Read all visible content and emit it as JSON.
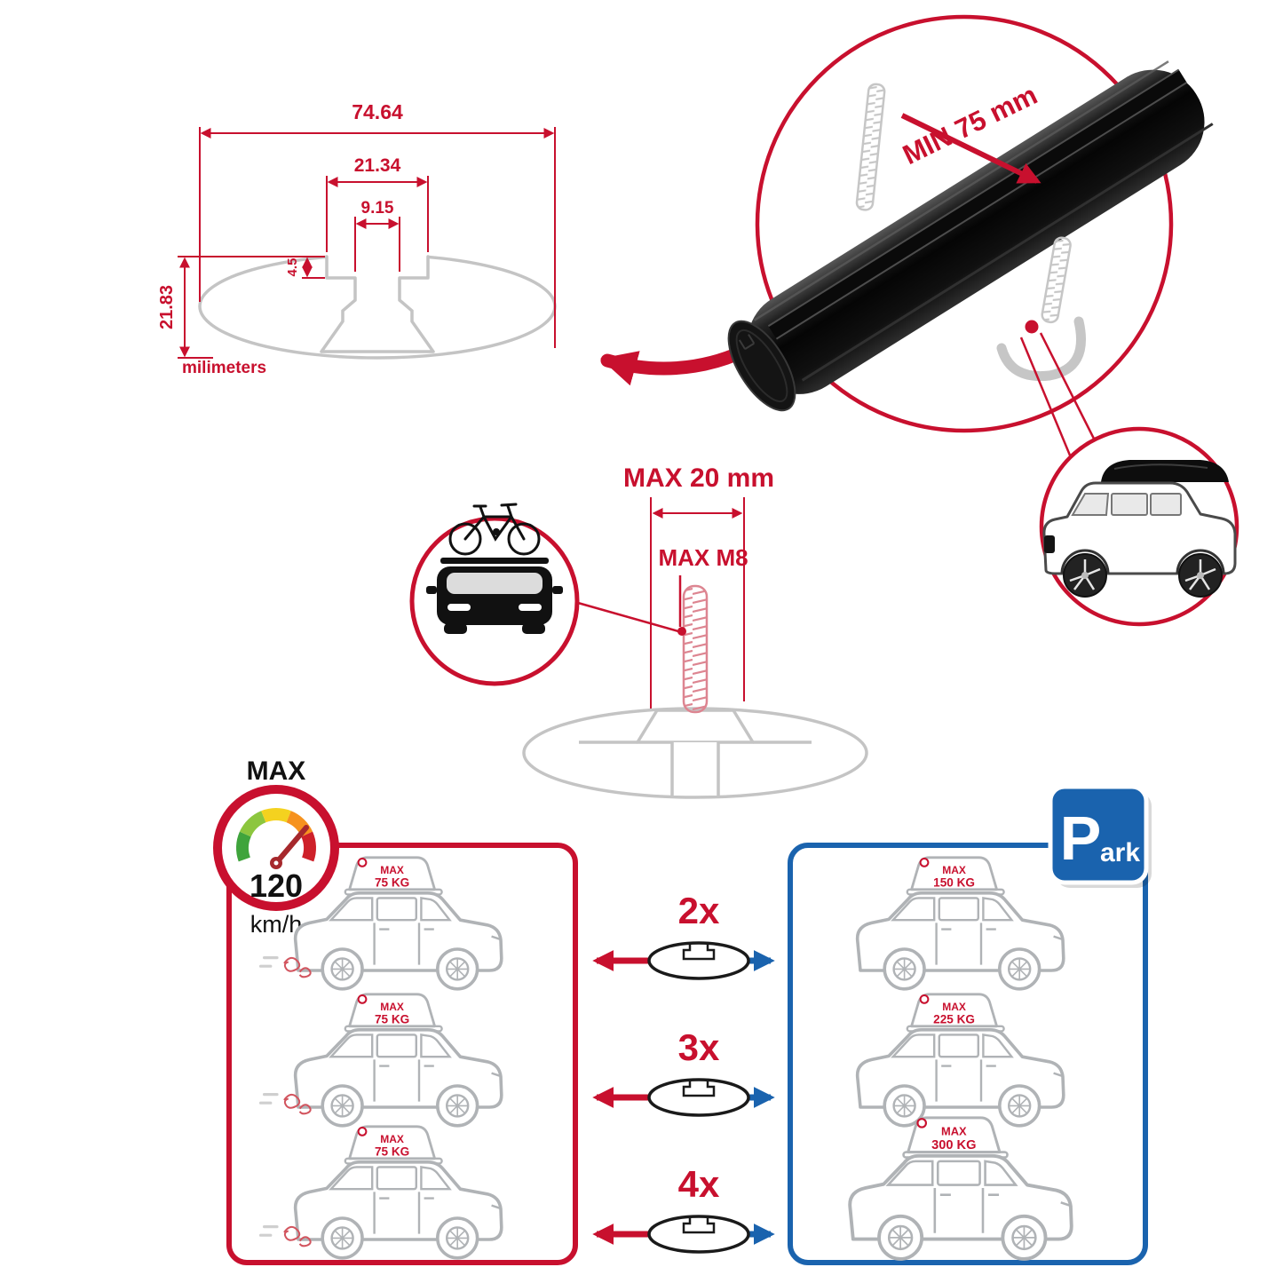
{
  "palette": {
    "red": "#C8102E",
    "blue": "#1A63AE",
    "gray": "#C4C4C4",
    "dark": "#111111"
  },
  "icons": {
    "speedometer": "gauge-icon",
    "parking_sign": "parking-sign-icon",
    "suv_with_roofbox": "suv-roofbox-icon",
    "bike_on_car": "bike-on-car-icon",
    "crossbar_cross_section": "crossbar-section-icon"
  },
  "cross_section": {
    "total_width": "74.64",
    "channel_width": "21.34",
    "slot_width": "9.15",
    "step_depth": "4.5",
    "total_height": "21.83",
    "units_label": "milimeters"
  },
  "clamp_detail": {
    "min_span_label": "MIN 75 mm"
  },
  "bolt_detail": {
    "max_length_label": "MAX 20 mm",
    "max_thread_label": "MAX M8"
  },
  "speed_limit": {
    "title": "MAX",
    "value": "120",
    "unit": "km/h"
  },
  "driving_cars": [
    {
      "tag_title": "MAX",
      "tag_load": "75 KG"
    },
    {
      "tag_title": "MAX",
      "tag_load": "75 KG"
    },
    {
      "tag_title": "MAX",
      "tag_load": "75 KG"
    }
  ],
  "parked_cars": [
    {
      "tag_title": "MAX",
      "tag_load": "150 KG"
    },
    {
      "tag_title": "MAX",
      "tag_load": "225 KG"
    },
    {
      "tag_title": "MAX",
      "tag_load": "300 KG"
    }
  ],
  "bar_counts": [
    {
      "label": "2x"
    },
    {
      "label": "3x"
    },
    {
      "label": "4x"
    }
  ],
  "parking_sign": {
    "letter": "P",
    "suffix": "ark"
  }
}
